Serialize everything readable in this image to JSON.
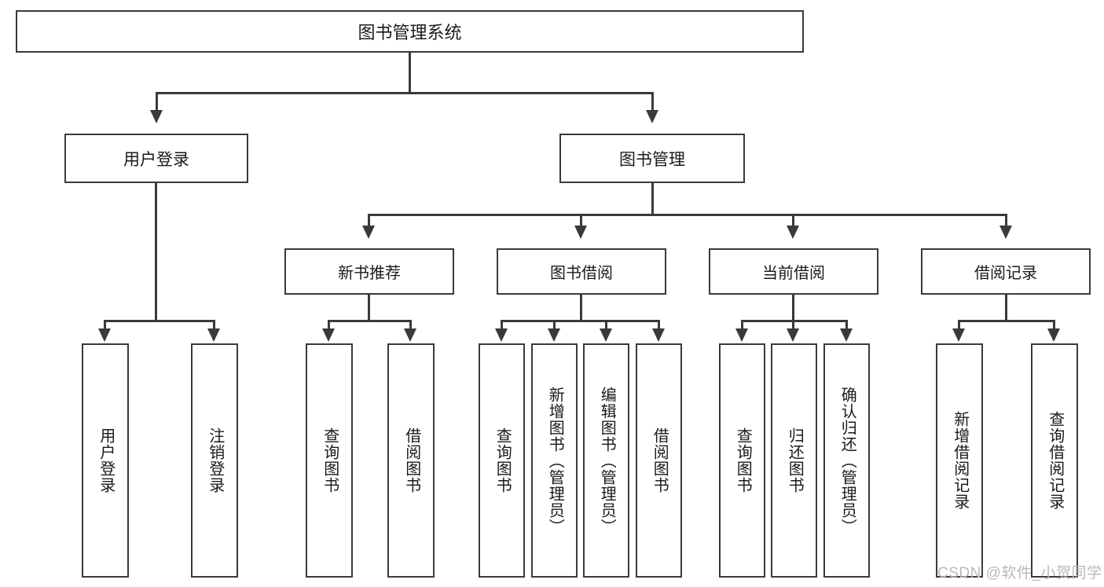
{
  "diagram": {
    "title": "图书管理系统",
    "type": "tree-hierarchy-diagram",
    "colors": {
      "border": "#3a3a3a",
      "background": "#ffffff",
      "text": "#1a1a1a",
      "watermark": "#b9b9b9"
    }
  },
  "root": {
    "label": "图书管理系统"
  },
  "level2": [
    {
      "label": "用户登录"
    },
    {
      "label": "图书管理"
    }
  ],
  "level3": [
    {
      "label": "新书推荐"
    },
    {
      "label": "图书借阅"
    },
    {
      "label": "当前借阅"
    },
    {
      "label": "借阅记录"
    }
  ],
  "leaves": {
    "user_login": [
      {
        "label": "用户登录"
      },
      {
        "label": "注销登录"
      }
    ],
    "new_book_recommend": [
      {
        "label": "查询图书"
      },
      {
        "label": "借阅图书"
      }
    ],
    "book_borrow": [
      {
        "label": "查询图书"
      },
      {
        "label": "新增图书（管理员）"
      },
      {
        "label": "编辑图书（管理员）"
      },
      {
        "label": "借阅图书"
      }
    ],
    "current_borrow": [
      {
        "label": "查询图书"
      },
      {
        "label": "归还图书"
      },
      {
        "label": "确认归还（管理员）"
      }
    ],
    "borrow_record": [
      {
        "label": "新增借阅记录"
      },
      {
        "label": "查询借阅记录"
      }
    ]
  },
  "watermark": {
    "text": "CSDN @软件_小贺同学"
  }
}
